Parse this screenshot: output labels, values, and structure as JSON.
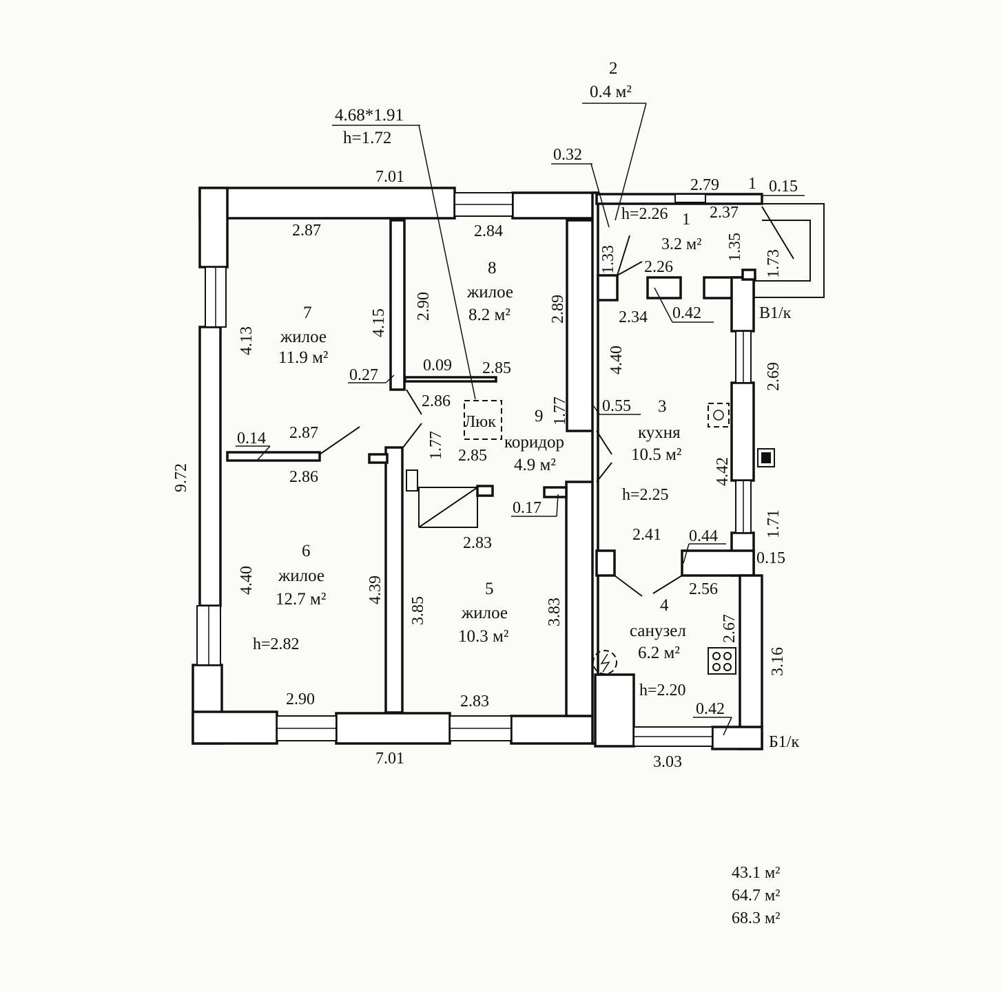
{
  "rooms": [
    {
      "num": "1",
      "name": "",
      "area": "3.2 м²"
    },
    {
      "num": "2",
      "name": "",
      "area": "0.4 м²"
    },
    {
      "num": "3",
      "name": "кухня",
      "area": "10.5 м²"
    },
    {
      "num": "4",
      "name": "санузел",
      "area": "6.2 м²"
    },
    {
      "num": "5",
      "name": "жилое",
      "area": "10.3 м²"
    },
    {
      "num": "6",
      "name": "жилое",
      "area": "12.7 м²"
    },
    {
      "num": "7",
      "name": "жилое",
      "area": "11.9 м²"
    },
    {
      "num": "8",
      "name": "жилое",
      "area": "8.2 м²"
    },
    {
      "num": "9",
      "name": "коридор",
      "area": "4.9 м²"
    }
  ],
  "hatch": {
    "label": "Люк",
    "size": "4.68*1.91",
    "height": "h=1.72"
  },
  "heights": {
    "h1": "h=2.26",
    "h3": "h=2.25",
    "h4": "h=2.20",
    "h6": "h=2.82"
  },
  "dims": {
    "top_total": "7.01",
    "bottom_total": "7.01",
    "left_total": "9.72",
    "r7_top": "2.87",
    "r7_left": "4.13",
    "r7_right": "4.15",
    "r7_bottom": "2.87",
    "r8_top": "2.84",
    "r8_left": "2.90",
    "r8_right": "2.89",
    "r8_bottom": "2.85",
    "p027": "0.27",
    "p009": "0.09",
    "p014": "0.14",
    "c286a": "2.86",
    "c177a": "1.77",
    "c177b": "1.77",
    "c285": "2.85",
    "c017": "0.17",
    "r6_top": "2.86",
    "r6_left": "4.40",
    "r6_right": "4.39",
    "r6_bottom": "2.90",
    "r5_top": "2.83",
    "r5_left": "3.85",
    "r5_right": "3.83",
    "r5_bottom": "2.83",
    "r3_top": "2.34",
    "r3_left": "4.40",
    "r3_right": "4.42",
    "r3_bottom": "2.41",
    "p055": "0.55",
    "p042a": "0.42",
    "p044": "0.44",
    "r4_top": "2.56",
    "r4_right": "2.67",
    "r4_bottom": "3.03",
    "p042b": "0.42",
    "v032": "0.32",
    "v133": "1.33",
    "v226": "2.26",
    "v279": "2.79",
    "v1": "1",
    "v015a": "0.15",
    "v237": "2.37",
    "v135": "1.35",
    "v173": "1.73",
    "e269": "2.69",
    "e171": "1.71",
    "e015b": "0.15",
    "e316": "3.16",
    "b1k_top": "В1/к",
    "b1k_bot": "Б1/к"
  },
  "totals": [
    "43.1 м²",
    "64.7 м²",
    "68.3 м²"
  ]
}
